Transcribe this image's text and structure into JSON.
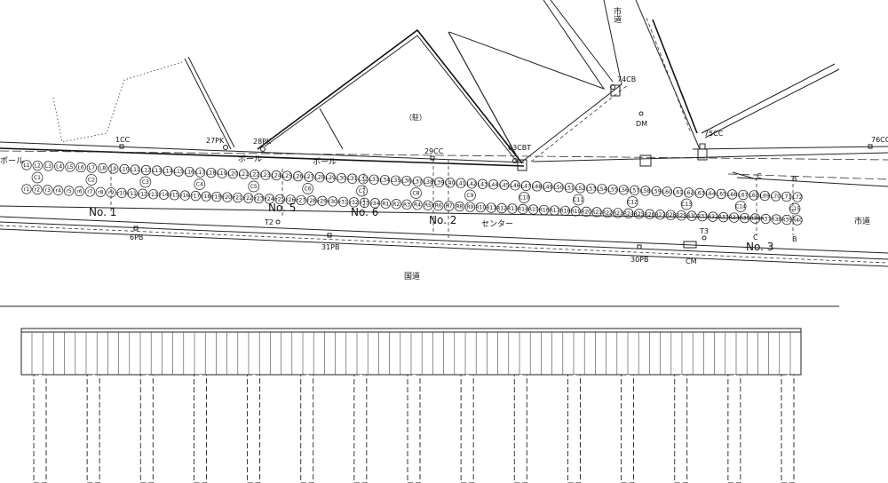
{
  "labels": {
    "city_road_top": "市道",
    "city_road_right": "市道",
    "national_road": "国道",
    "parking": "（駐）",
    "pole_left": "ポール",
    "pole_mid1": "ポール",
    "pole_mid2": "ポール",
    "center": "センター",
    "no1": "No. 1",
    "no5": "No. 5",
    "no6": "No. 6",
    "no2": "No. 2",
    "no3": "No. 3",
    "section_b_top": "B",
    "section_b_bottom": "B",
    "section_c_top": "C",
    "section_c_bottom": "C"
  },
  "markers": [
    {
      "id": "m-1cc",
      "label": "1CC"
    },
    {
      "id": "m-27pk",
      "label": "27PK"
    },
    {
      "id": "m-28pk",
      "label": "28PK"
    },
    {
      "id": "m-29cc",
      "label": "29CC"
    },
    {
      "id": "m-63cbt",
      "label": "63CBT"
    },
    {
      "id": "m-74cb",
      "label": "74CB"
    },
    {
      "id": "m-dm",
      "label": "DM"
    },
    {
      "id": "m-75cc",
      "label": "75CC"
    },
    {
      "id": "m-76cc",
      "label": "76CC"
    },
    {
      "id": "m-6pb",
      "label": "6PB"
    },
    {
      "id": "m-31pb",
      "label": "31PB"
    },
    {
      "id": "m-30pb",
      "label": "30PB"
    },
    {
      "id": "m-cm",
      "label": "CM"
    },
    {
      "id": "m-t2",
      "label": "T2"
    },
    {
      "id": "m-t3",
      "label": "T3"
    }
  ],
  "pile_rows": {
    "top_row_prefix": "L",
    "top_row_count": 72,
    "bottom_row_prefix": "r",
    "bottom_row_count": 34,
    "bottom_row2_prefix": "R",
    "bottom_row2_count": 40,
    "mid_row_prefix": "C",
    "mid_row_count": 15
  },
  "elevation": {
    "pier_count": 15
  }
}
